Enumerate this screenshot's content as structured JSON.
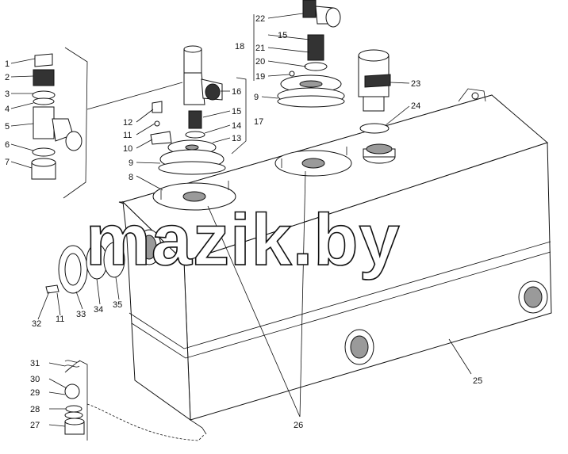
{
  "watermark": "mazik.by",
  "callouts": [
    {
      "id": "c1",
      "text": "1"
    },
    {
      "id": "c2",
      "text": "2"
    },
    {
      "id": "c3",
      "text": "3"
    },
    {
      "id": "c4",
      "text": "4"
    },
    {
      "id": "c5",
      "text": "5"
    },
    {
      "id": "c6",
      "text": "6"
    },
    {
      "id": "c7",
      "text": "7"
    },
    {
      "id": "c8",
      "text": "8"
    },
    {
      "id": "c9a",
      "text": "9"
    },
    {
      "id": "c9b",
      "text": "9"
    },
    {
      "id": "c10",
      "text": "10"
    },
    {
      "id": "c11a",
      "text": "11"
    },
    {
      "id": "c11b",
      "text": "11"
    },
    {
      "id": "c12",
      "text": "12"
    },
    {
      "id": "c13",
      "text": "13"
    },
    {
      "id": "c14",
      "text": "14"
    },
    {
      "id": "c15a",
      "text": "15"
    },
    {
      "id": "c15b",
      "text": "15"
    },
    {
      "id": "c16",
      "text": "16"
    },
    {
      "id": "c17",
      "text": "17"
    },
    {
      "id": "c18",
      "text": "18"
    },
    {
      "id": "c19",
      "text": "19"
    },
    {
      "id": "c20",
      "text": "20"
    },
    {
      "id": "c21",
      "text": "21"
    },
    {
      "id": "c22",
      "text": "22"
    },
    {
      "id": "c23",
      "text": "23"
    },
    {
      "id": "c24",
      "text": "24"
    },
    {
      "id": "c25",
      "text": "25"
    },
    {
      "id": "c26",
      "text": "26"
    },
    {
      "id": "c27",
      "text": "27"
    },
    {
      "id": "c28",
      "text": "28"
    },
    {
      "id": "c29",
      "text": "29"
    },
    {
      "id": "c30",
      "text": "30"
    },
    {
      "id": "c31",
      "text": "31"
    },
    {
      "id": "c32",
      "text": "32"
    },
    {
      "id": "c33",
      "text": "33"
    },
    {
      "id": "c34",
      "text": "34"
    },
    {
      "id": "c35",
      "text": "35"
    }
  ]
}
